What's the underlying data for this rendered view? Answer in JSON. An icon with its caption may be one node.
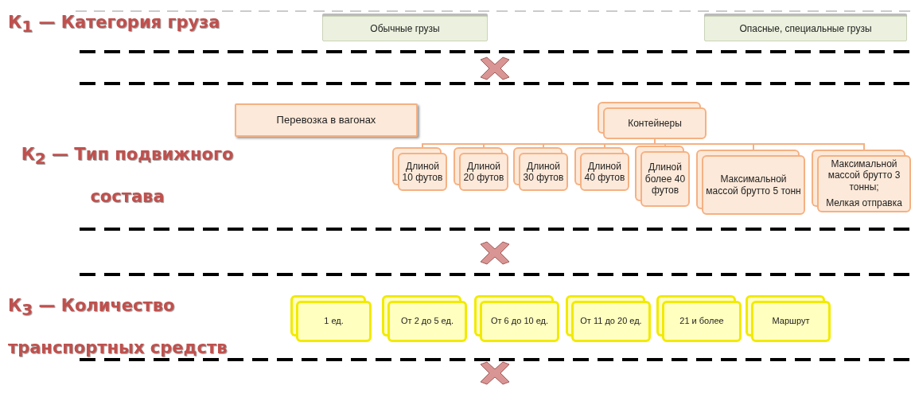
{
  "diagram": {
    "nodes": [
      {
        "text": [
          "Обычные грузы"
        ]
      },
      {
        "text": [
          "Опасные, специальные грузы"
        ]
      },
      {
        "text": [
          "Перевозка в вагонах"
        ]
      },
      {
        "text": [
          "Контейнеры"
        ]
      },
      {
        "text": [
          "Длиной 10 футов"
        ]
      },
      {
        "text": [
          "Длиной 20 футов"
        ]
      },
      {
        "text": [
          "Длиной 30 футов"
        ]
      },
      {
        "text": [
          "Длиной 40 футов"
        ]
      },
      {
        "text": [
          "Длиной более 40 футов"
        ]
      },
      {
        "text": [
          "Максимальной массой брутто 5 тонн"
        ]
      },
      {
        "text": [
          "Максимальной массой брутто 3 тонны;",
          "Мелкая отправка"
        ]
      },
      {
        "text": [
          "1 ед."
        ]
      },
      {
        "text": [
          "От 2 до 5 ед."
        ]
      },
      {
        "text": [
          "От 6 до 10 ед."
        ]
      },
      {
        "text": [
          "От 11 до 20 ед."
        ]
      },
      {
        "text": [
          "21 и более"
        ]
      },
      {
        "text": [
          "Маршрут"
        ]
      }
    ],
    "edges": [
      {
        "from": 3,
        "to": 4,
        "arrow": "none"
      },
      {
        "from": 3,
        "to": 5,
        "arrow": "none"
      },
      {
        "from": 3,
        "to": 6,
        "arrow": "none"
      },
      {
        "from": 3,
        "to": 7,
        "arrow": "none"
      },
      {
        "from": 3,
        "to": 8,
        "arrow": "none"
      },
      {
        "from": 3,
        "to": 9,
        "arrow": "none"
      },
      {
        "from": 3,
        "to": 10,
        "arrow": "none"
      }
    ],
    "labels": [
      "К$_{1}$ — Категория груза",
      "К$_{2}$ — Тип подвижного состава",
      "К$_{3}$ — Количество транспортных средств"
    ]
  }
}
